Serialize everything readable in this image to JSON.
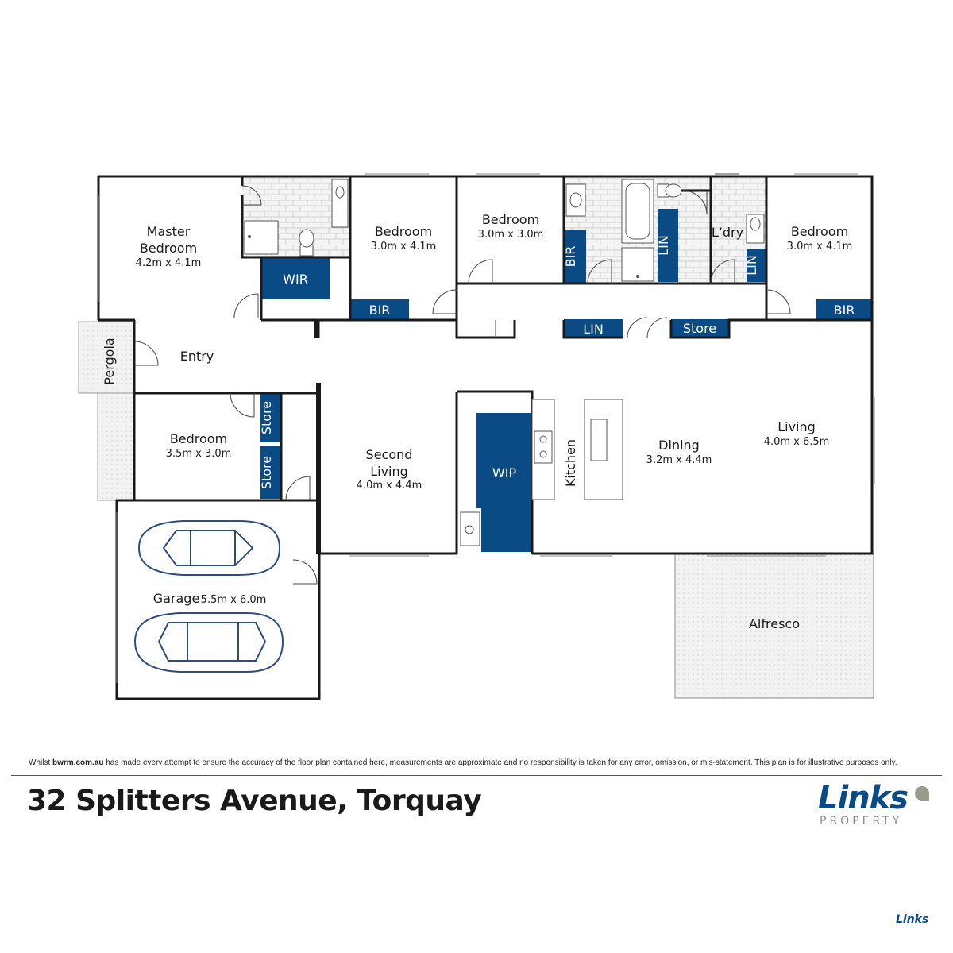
{
  "rooms": {
    "master_bedroom": {
      "name_line1": "Master",
      "name_line2": "Bedroom",
      "dims": "4.2m x 4.1m"
    },
    "bedroom2": {
      "name": "Bedroom",
      "dims": "3.0m x 4.1m"
    },
    "bedroom3": {
      "name": "Bedroom",
      "dims": "3.0m x 3.0m"
    },
    "bedroom4": {
      "name": "Bedroom",
      "dims": "3.0m x 4.1m"
    },
    "bedroom5": {
      "name": "Bedroom",
      "dims": "3.5m x 3.0m"
    },
    "laundry": {
      "name": "L’dry"
    },
    "entry": {
      "name": "Entry"
    },
    "pergola": {
      "name": "Pergola"
    },
    "second_living": {
      "name_line1": "Second",
      "name_line2": "Living",
      "dims": "4.0m x 4.4m"
    },
    "kitchen": {
      "name": "Kitchen"
    },
    "dining": {
      "name": "Dining",
      "dims": "3.2m x 4.4m"
    },
    "living": {
      "name": "Living",
      "dims": "4.0m x 6.5m"
    },
    "garage": {
      "name": "Garage",
      "dims": "5.5m x 6.0m"
    },
    "alfresco": {
      "name": "Alfresco"
    }
  },
  "storage": {
    "wir": "WIR",
    "bir_bed2": "BIR",
    "bir_bed3": "BIR",
    "bir_bed4": "BIR",
    "lin_bath": "LIN",
    "lin_laundry": "LIN",
    "lin_hall": "LIN",
    "store_hall": "Store",
    "store_bed5_upper": "Store",
    "store_bed5_lower": "Store",
    "wip": "WIP"
  },
  "disclaimer": {
    "before": "Whilst ",
    "site": "bwrm.com.au",
    "after": " has made every attempt to ensure the accuracy of the floor plan contained here, measurements are approximate and no responsibility is taken for any error, omission, or mis-statement. This plan is for illustrative purposes only."
  },
  "address": "32 Splitters Avenue, Torquay",
  "logo": {
    "word": "Links",
    "sub": "PROPERTY",
    "mini": "Links"
  },
  "colors": {
    "storage_fill": "#0a4a85",
    "wall": "#1a1a1a"
  }
}
